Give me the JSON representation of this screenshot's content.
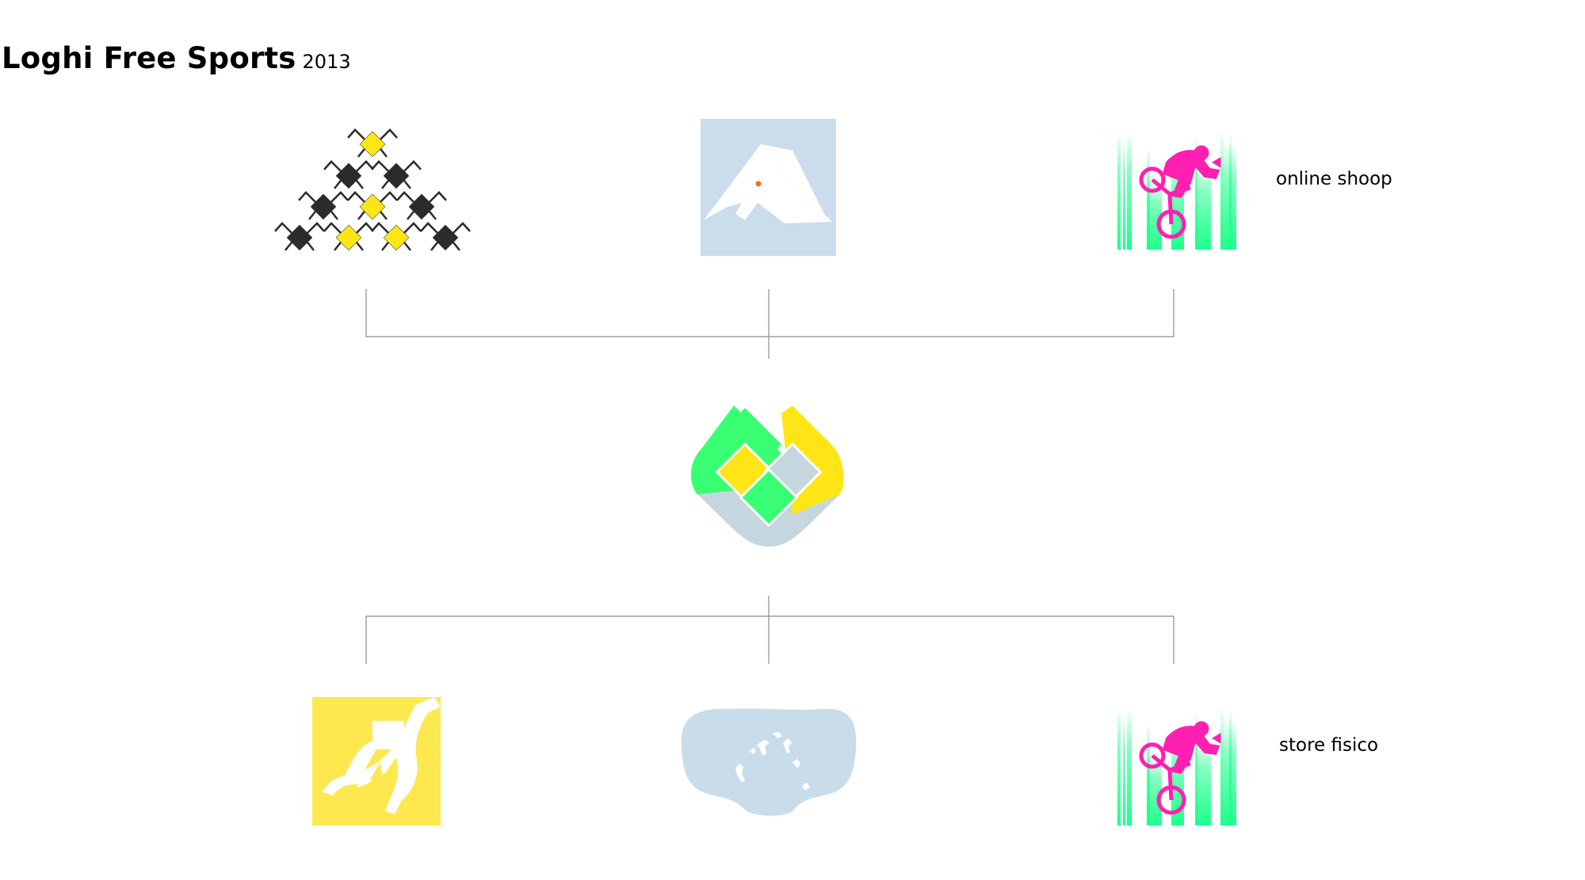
{
  "header": {
    "title": "Loghi Free Sports",
    "year": "2013"
  },
  "labels": {
    "online": "online shoop",
    "store": "store fisico"
  },
  "colors": {
    "connector": "#8c8c8c",
    "spider_dark": "#2b2b2b",
    "spider_yellow": "#ffe516",
    "mountain_bg": "#cbdcec",
    "mountain_dot": "#ff6b1a",
    "bike_magenta": "#ff1fb1",
    "bike_green": "#1dff8c",
    "heart_green": "#39ff73",
    "heart_yellow": "#ffe516",
    "heart_grey": "#c6d6de",
    "climb_yellow": "#fde84f",
    "goggle_blue": "#c9dcea"
  },
  "icons": {
    "top_left": "spider-pyramid-logo",
    "top_center": "mountain-logo",
    "top_right": "bike-rider-logo",
    "center": "diamond-heart-logo",
    "bottom_left": "climber-logo",
    "bottom_center": "ski-goggles-logo",
    "bottom_right": "bike-rider-logo"
  }
}
